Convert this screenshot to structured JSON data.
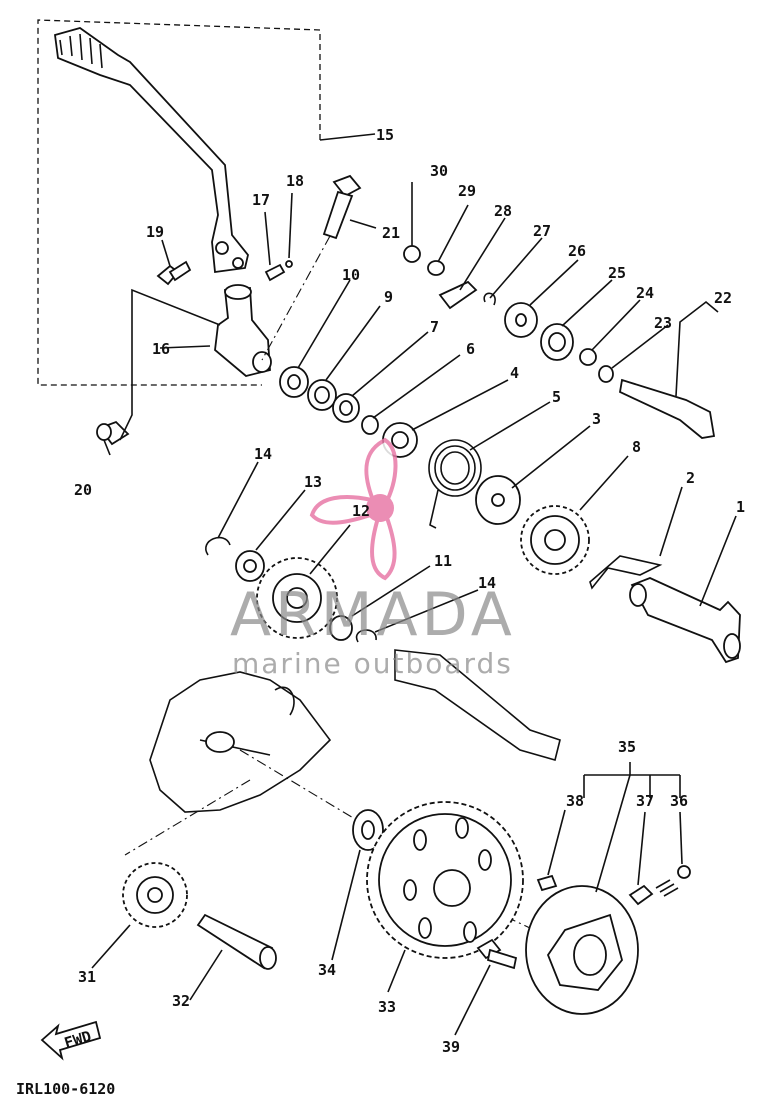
{
  "diagram_code": "IRL100-6120",
  "fwd_label": "FWD",
  "watermark": {
    "brand": "ARMADA",
    "tagline": "marine outboards",
    "logo_color": "#e87aa8",
    "text_color": "#8a8a8a"
  },
  "callouts": [
    {
      "id": "c1",
      "label": "1"
    },
    {
      "id": "c2",
      "label": "2"
    },
    {
      "id": "c3",
      "label": "3"
    },
    {
      "id": "c4",
      "label": "4"
    },
    {
      "id": "c5",
      "label": "5"
    },
    {
      "id": "c6",
      "label": "6"
    },
    {
      "id": "c7",
      "label": "7"
    },
    {
      "id": "c8",
      "label": "8"
    },
    {
      "id": "c9",
      "label": "9"
    },
    {
      "id": "c10",
      "label": "10"
    },
    {
      "id": "c11",
      "label": "11"
    },
    {
      "id": "c12",
      "label": "12"
    },
    {
      "id": "c13",
      "label": "13"
    },
    {
      "id": "c14a",
      "label": "14"
    },
    {
      "id": "c14b",
      "label": "14"
    },
    {
      "id": "c15",
      "label": "15"
    },
    {
      "id": "c16",
      "label": "16"
    },
    {
      "id": "c17",
      "label": "17"
    },
    {
      "id": "c18",
      "label": "18"
    },
    {
      "id": "c19",
      "label": "19"
    },
    {
      "id": "c20",
      "label": "20"
    },
    {
      "id": "c21",
      "label": "21"
    },
    {
      "id": "c22",
      "label": "22"
    },
    {
      "id": "c23",
      "label": "23"
    },
    {
      "id": "c24",
      "label": "24"
    },
    {
      "id": "c25",
      "label": "25"
    },
    {
      "id": "c26",
      "label": "26"
    },
    {
      "id": "c27",
      "label": "27"
    },
    {
      "id": "c28",
      "label": "28"
    },
    {
      "id": "c29",
      "label": "29"
    },
    {
      "id": "c30",
      "label": "30"
    },
    {
      "id": "c31",
      "label": "31"
    },
    {
      "id": "c32",
      "label": "32"
    },
    {
      "id": "c33",
      "label": "33"
    },
    {
      "id": "c34",
      "label": "34"
    },
    {
      "id": "c35",
      "label": "35"
    },
    {
      "id": "c36",
      "label": "36"
    },
    {
      "id": "c37",
      "label": "37"
    },
    {
      "id": "c38",
      "label": "38"
    },
    {
      "id": "c39",
      "label": "39"
    }
  ]
}
